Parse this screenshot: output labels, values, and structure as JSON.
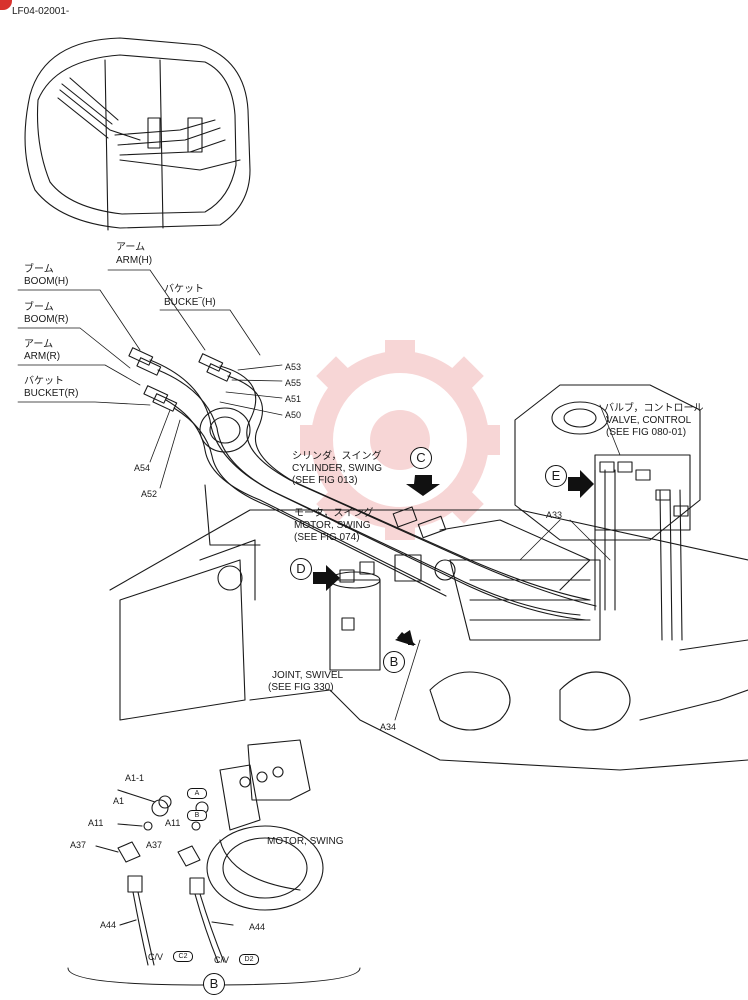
{
  "header": {
    "doc_id": "LF04-02001-"
  },
  "labels": {
    "arm_h_jp": "アーム",
    "arm_h_en": "ARM(H)",
    "bucket_h_jp": "バケット",
    "bucket_h_en": "BUCKE‾(H)",
    "boom_h_jp": "ブーム",
    "boom_h_en": "BOOM(H)",
    "boom_r_jp": "ブーム",
    "boom_r_en": "BOOM(R)",
    "arm_r_jp": "アーム",
    "arm_r_en": "ARM(R)",
    "bucket_r_jp": "バケット",
    "bucket_r_en": "BUCKET(R)",
    "a53": "A53",
    "a55": "A55",
    "a51": "A51",
    "a50": "A50",
    "a54": "A54",
    "a52": "A52",
    "cyl_jp": "シリンダ，スイング",
    "cyl_en": "CYLINDER, SWING",
    "cyl_ref": "(SEE FIG 013)",
    "motor_jp": "モータ，スイング",
    "motor_en": "MOTOR, SWING",
    "motor_ref": "(SEE FIG 074)",
    "valve_jp": "バルブ，コントロール",
    "valve_en": "VALVE, CONTROL",
    "valve_ref": "(SEE FIG 080-01)",
    "a33": "A33",
    "a34": "A34",
    "joint_en": "JOINT, SWIVEL",
    "joint_ref": "(SEE FIG 330)",
    "view_c": "C",
    "view_d": "D",
    "view_e": "E",
    "view_b": "B",
    "detail_a1_1": "A1-1",
    "detail_a1": "A1",
    "detail_a11_left": "A11",
    "detail_a11_right": "A11",
    "detail_a37_left": "A37",
    "detail_a37_right": "A37",
    "detail_a44_left": "A44",
    "detail_a44_right": "A44",
    "detail_motor": "MOTOR, SWING",
    "cv_left": "C/V",
    "cv_right": "C/V",
    "tag_c2": "C2",
    "tag_d2": "D2",
    "tag_a": "A",
    "tag_b": "B",
    "detail_view": "B"
  },
  "colors": {
    "line": "#1a1a1a",
    "watermark": "#f1b6b6",
    "corner": "#d8322e"
  }
}
